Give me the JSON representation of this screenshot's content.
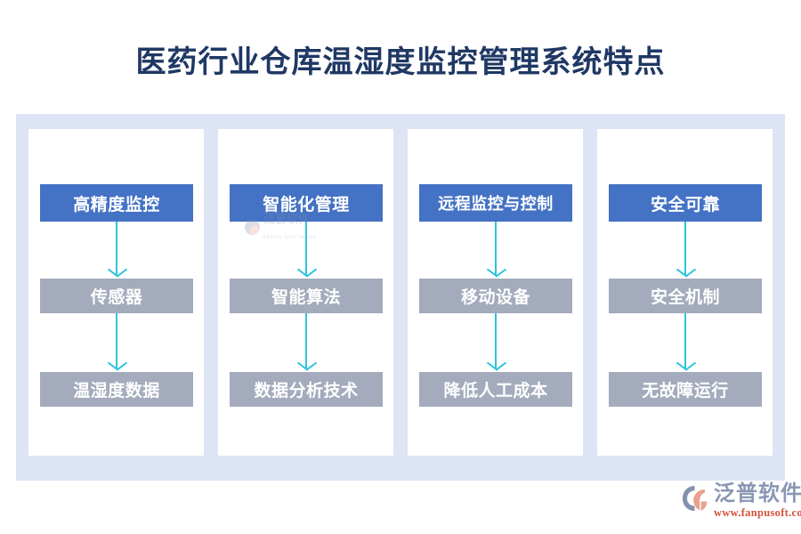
{
  "page": {
    "title": "医药行业仓库温湿度监控管理系统特点",
    "title_color": "#1F3864",
    "background": "#FFFFFF"
  },
  "panel": {
    "background": "#DDE4F4",
    "card_background": "#FFFFFF"
  },
  "theme": {
    "header_box_color": "#4472C4",
    "sub_box_color": "#A3ABBC",
    "arrow_color": "#2EC4DC",
    "box_text_color": "#FFFFFF"
  },
  "columns": [
    {
      "id": "col-1",
      "header": "高精度监控",
      "nodes": [
        "传感器",
        "温湿度数据"
      ]
    },
    {
      "id": "col-2",
      "header": "智能化管理",
      "nodes": [
        "智能算法",
        "数据分析技术"
      ]
    },
    {
      "id": "col-3",
      "header": "远程监控与控制",
      "nodes": [
        "移动设备",
        "降低人工成本"
      ]
    },
    {
      "id": "col-4",
      "header": "安全可靠",
      "nodes": [
        "安全机制",
        "无故障运行"
      ]
    }
  ],
  "watermark": {
    "name": "泛普软件",
    "subtitle": "FANPU SOFTWARE"
  },
  "brand": {
    "name": "泛普软件",
    "url": "www.fanpusoft.com",
    "name_color": "#8A97B4",
    "url_color": "#D6503C"
  }
}
